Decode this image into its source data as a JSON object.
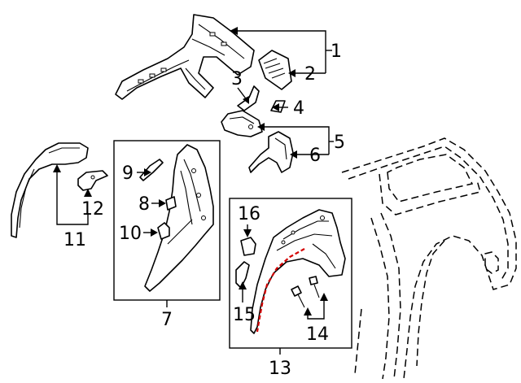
{
  "callouts": {
    "c1": "1",
    "c2": "2",
    "c3": "3",
    "c4": "4",
    "c5": "5",
    "c6": "6",
    "c7": "7",
    "c8": "8",
    "c9": "9",
    "c10": "10",
    "c11": "11",
    "c12": "12",
    "c13": "13",
    "c14": "14",
    "c15": "15",
    "c16": "16"
  },
  "colors": {
    "line": "#000000",
    "background": "#ffffff",
    "highlight": "#d40000"
  }
}
